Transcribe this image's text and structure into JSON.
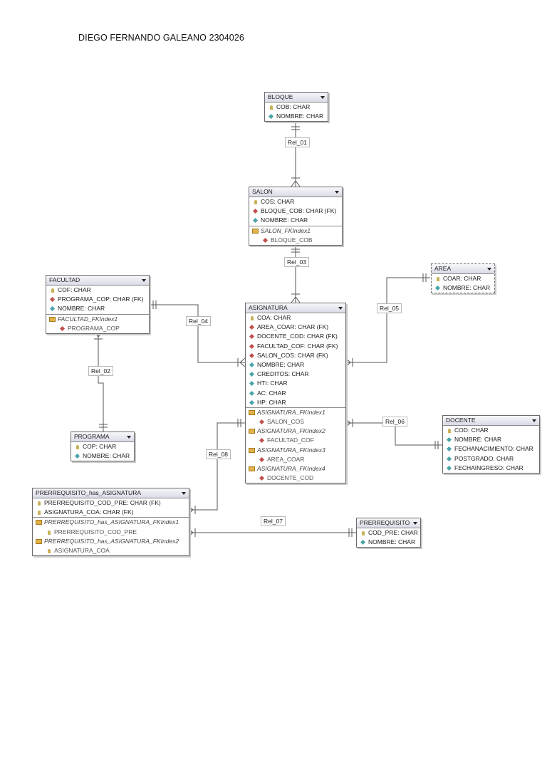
{
  "document": {
    "author_line": "DIEGO FERNANDO GALEANO 2304026"
  },
  "entities": {
    "bloque": {
      "name": "BLOQUE",
      "columns": [
        {
          "icon": "primary-key-icon",
          "text": "COB: CHAR"
        },
        {
          "icon": "column-icon",
          "text": "NOMBRE: CHAR"
        }
      ]
    },
    "salon": {
      "name": "SALON",
      "columns": [
        {
          "icon": "primary-key-icon",
          "text": "COS: CHAR"
        },
        {
          "icon": "foreign-key-icon",
          "text": "BLOQUE_COB: CHAR (FK)"
        },
        {
          "icon": "column-icon",
          "text": "NOMBRE: CHAR"
        }
      ],
      "indexes": [
        {
          "name": "SALON_FKIndex1",
          "field": "BLOQUE_COB"
        }
      ]
    },
    "facultad": {
      "name": "FACULTAD",
      "columns": [
        {
          "icon": "primary-key-icon",
          "text": "COF: CHAR"
        },
        {
          "icon": "foreign-key-icon",
          "text": "PROGRAMA_COP: CHAR (FK)"
        },
        {
          "icon": "column-icon",
          "text": "NOMBRE: CHAR"
        }
      ],
      "indexes": [
        {
          "name": "FACULTAD_FKIndex1",
          "field": "PROGRAMA_COP"
        }
      ]
    },
    "area": {
      "name": "AREA",
      "columns": [
        {
          "icon": "primary-key-icon",
          "text": "COAR: CHAR"
        },
        {
          "icon": "column-icon",
          "text": "NOMBRE: CHAR"
        }
      ]
    },
    "asignatura": {
      "name": "ASIGNATURA",
      "columns": [
        {
          "icon": "primary-key-icon",
          "text": "COA: CHAR"
        },
        {
          "icon": "foreign-key-icon",
          "text": "AREA_COAR: CHAR (FK)"
        },
        {
          "icon": "foreign-key-icon",
          "text": "DOCENTE_COD: CHAR (FK)"
        },
        {
          "icon": "foreign-key-icon",
          "text": "FACULTAD_COF: CHAR (FK)"
        },
        {
          "icon": "foreign-key-icon",
          "text": "SALON_COS: CHAR (FK)"
        },
        {
          "icon": "column-icon",
          "text": "NOMBRE: CHAR"
        },
        {
          "icon": "column-icon",
          "text": "CREDITOS: CHAR"
        },
        {
          "icon": "column-icon",
          "text": "HTI: CHAR"
        },
        {
          "icon": "column-icon",
          "text": "AC: CHAR"
        },
        {
          "icon": "column-icon",
          "text": "HP: CHAR"
        }
      ],
      "indexes": [
        {
          "name": "ASIGNATURA_FKIndex1",
          "field": "SALON_COS"
        },
        {
          "name": "ASIGNATURA_FKIndex2",
          "field": "FACULTAD_COF"
        },
        {
          "name": "ASIGNATURA_FKIndex3",
          "field": "AREA_COAR"
        },
        {
          "name": "ASIGNATURA_FKIndex4",
          "field": "DOCENTE_COD"
        }
      ]
    },
    "programa": {
      "name": "PROGRAMA",
      "columns": [
        {
          "icon": "primary-key-icon",
          "text": "COP: CHAR"
        },
        {
          "icon": "column-icon",
          "text": "NOMBRE: CHAR"
        }
      ]
    },
    "docente": {
      "name": "DOCENTE",
      "columns": [
        {
          "icon": "primary-key-icon",
          "text": "COD: CHAR"
        },
        {
          "icon": "column-icon",
          "text": "NOMBRE: CHAR"
        },
        {
          "icon": "column-icon",
          "text": "FECHANACIMIENTO: CHAR"
        },
        {
          "icon": "column-icon",
          "text": "POSTGRADO: CHAR"
        },
        {
          "icon": "column-icon",
          "text": "FECHAINGRESO: CHAR"
        }
      ]
    },
    "prerrequisito_has_asignatura": {
      "name": "PRERREQUISITO_has_ASIGNATURA",
      "columns": [
        {
          "icon": "primary-key-icon",
          "text": "PRERREQUISITO_COD_PRE: CHAR (FK)"
        },
        {
          "icon": "primary-key-icon",
          "text": "ASIGNATURA_COA: CHAR (FK)"
        }
      ],
      "indexes": [
        {
          "name": "PRERREQUISITO_has_ASIGNATURA_FKIndex1",
          "field": "PRERREQUISITO_COD_PRE"
        },
        {
          "name": "PRERREQUISITO_has_ASIGNATURA_FKIndex2",
          "field": "ASIGNATURA_COA"
        }
      ]
    },
    "prerrequisito": {
      "name": "PRERREQUISITO",
      "columns": [
        {
          "icon": "primary-key-icon",
          "text": "COD_PRE: CHAR"
        },
        {
          "icon": "column-icon",
          "text": "NOMBRE: CHAR"
        }
      ]
    }
  },
  "relations": {
    "rel_01": "Rel_01",
    "rel_02": "Rel_02",
    "rel_03": "Rel_03",
    "rel_04": "Rel_04",
    "rel_05": "Rel_05",
    "rel_06": "Rel_06",
    "rel_07": "Rel_07",
    "rel_08": "Rel_08"
  }
}
